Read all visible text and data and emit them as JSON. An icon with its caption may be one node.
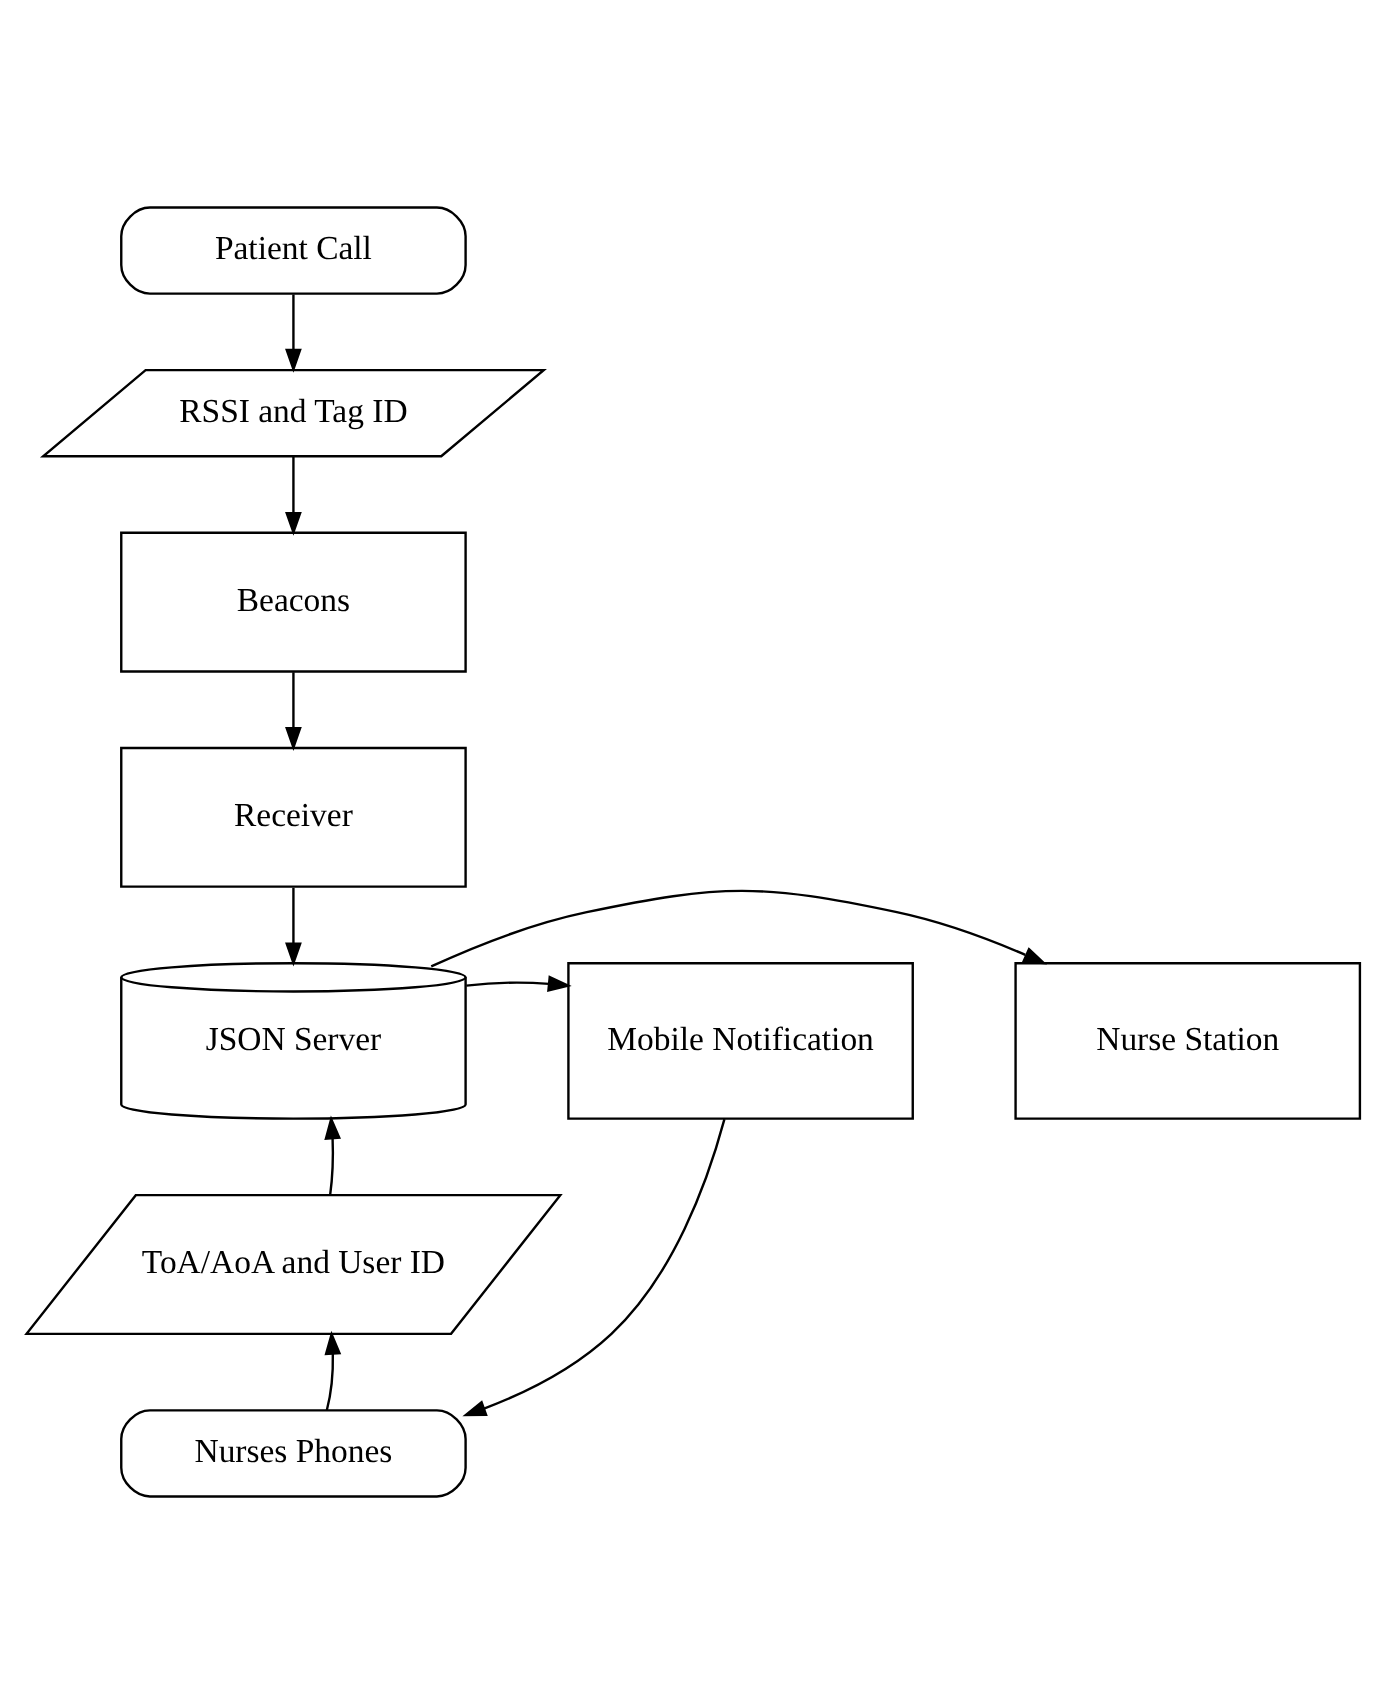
{
  "diagram": {
    "nodes": [
      {
        "text": [
          "Patient Call"
        ]
      },
      {
        "text": [
          "RSSI and Tag ID"
        ]
      },
      {
        "text": [
          "Beacons"
        ]
      },
      {
        "text": [
          "Receiver"
        ]
      },
      {
        "text": [
          "JSON Server"
        ]
      },
      {
        "text": [
          "Nurse Station"
        ]
      },
      {
        "text": [
          "Mobile Notification"
        ]
      },
      {
        "text": [
          "ToA/AoA and User ID"
        ]
      },
      {
        "text": [
          "Nurses Phones"
        ]
      }
    ],
    "edges": [
      {
        "from": 0,
        "to": 1,
        "arrow": "to"
      },
      {
        "from": 1,
        "to": 2,
        "arrow": "to"
      },
      {
        "from": 2,
        "to": 3,
        "arrow": "to"
      },
      {
        "from": 3,
        "to": 4,
        "arrow": "to"
      },
      {
        "from": 4,
        "to": 5,
        "arrow": "to"
      },
      {
        "from": 4,
        "to": 6,
        "arrow": "to"
      },
      {
        "from": 7,
        "to": 4,
        "arrow": "to"
      },
      {
        "from": 8,
        "to": 7,
        "arrow": "to"
      },
      {
        "from": 6,
        "to": 8,
        "arrow": "to"
      }
    ]
  }
}
